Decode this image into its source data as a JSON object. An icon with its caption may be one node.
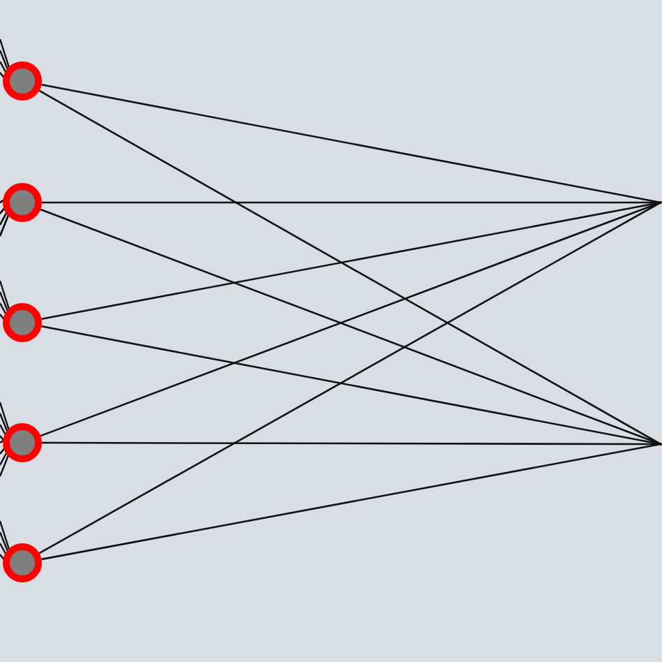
{
  "diagram": {
    "nodes": [
      {
        "text": [],
        "shape": "circle"
      },
      {
        "text": [],
        "shape": "circle"
      },
      {
        "text": [],
        "shape": "circle"
      },
      {
        "text": [],
        "shape": "circle"
      },
      {
        "text": [],
        "shape": "circle"
      },
      {
        "text": [],
        "shape": "point"
      },
      {
        "text": [],
        "shape": "point"
      }
    ],
    "edges": [
      {
        "from": 0,
        "to": 5,
        "arrow": "none"
      },
      {
        "from": 0,
        "to": 6,
        "arrow": "none"
      },
      {
        "from": 1,
        "to": 5,
        "arrow": "none"
      },
      {
        "from": 1,
        "to": 6,
        "arrow": "none"
      },
      {
        "from": 2,
        "to": 5,
        "arrow": "none"
      },
      {
        "from": 2,
        "to": 6,
        "arrow": "none"
      },
      {
        "from": 3,
        "to": 5,
        "arrow": "none"
      },
      {
        "from": 3,
        "to": 6,
        "arrow": "none"
      },
      {
        "from": 4,
        "to": 5,
        "arrow": "none"
      },
      {
        "from": 4,
        "to": 6,
        "arrow": "none"
      }
    ]
  }
}
